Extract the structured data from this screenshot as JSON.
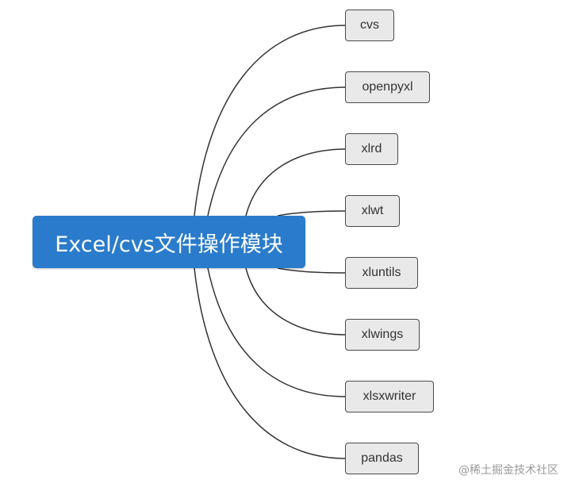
{
  "root": {
    "label": "Excel/cvs文件操作模块",
    "color": "#2a7bcb"
  },
  "children": [
    {
      "label": "cvs"
    },
    {
      "label": "openpyxl"
    },
    {
      "label": "xlrd"
    },
    {
      "label": "xlwt"
    },
    {
      "label": "xluntils"
    },
    {
      "label": "xlwings"
    },
    {
      "label": "xlsxwriter"
    },
    {
      "label": "pandas"
    }
  ],
  "watermark": "@稀土掘金技术社区",
  "colors": {
    "node_fill": "#e9e9e9",
    "node_border": "#4a4a4a",
    "connector": "#333333"
  }
}
